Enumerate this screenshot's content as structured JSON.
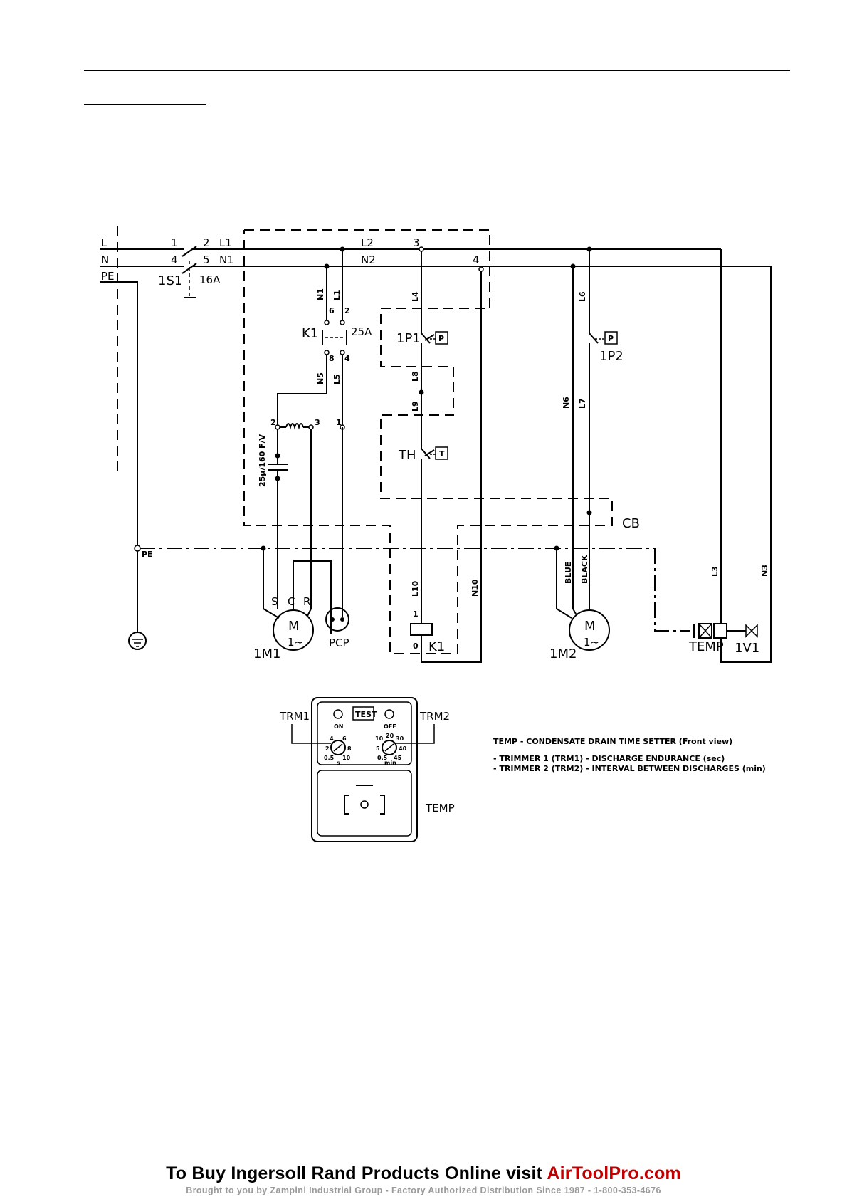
{
  "labels": {
    "L": "L",
    "N": "N",
    "PE": "PE",
    "n1": "1",
    "n2": "2",
    "n4": "4",
    "n5": "5",
    "S1": "1S1",
    "A16": "16A",
    "L1": "L1",
    "N1": "N1",
    "L2": "L2",
    "N2": "N2",
    "t3": "3",
    "t4": "4",
    "wN1": "N1",
    "wL1": "L1",
    "k6": "6",
    "k2": "2",
    "k8": "8",
    "k4": "4",
    "K1": "K1",
    "A25": "25A",
    "wN5": "N5",
    "wL5": "L5",
    "c2": "2",
    "c3": "3",
    "c1": "1",
    "fv": "F/V",
    "cap": "25µ/160",
    "wL4": "L4",
    "P1": "1P1",
    "P": "P",
    "wL8": "L8",
    "wL9": "L9",
    "TH": "TH",
    "T": "T",
    "wL6": "L6",
    "P2": "1P2",
    "P2box": "P",
    "wN6": "N6",
    "wL7": "L7",
    "CB": "CB",
    "PEnode": "PE",
    "wL10": "L10",
    "wN10": "N10",
    "coil1": "1",
    "coil0": "0",
    "K1coil": "K1",
    "BLUE": "BLUE",
    "BLACK": "BLACK",
    "wL3": "L3",
    "wN3": "N3",
    "S": "S",
    "C": "C",
    "R": "R",
    "M": "M",
    "M2": "M",
    "phase": "1~",
    "phase2": "1~",
    "M1": "1M1",
    "PCP": "PCP",
    "M2lbl": "1M2",
    "TEMP": "TEMP",
    "V1": "1V1"
  },
  "timer": {
    "trm1": "TRM1",
    "trm2": "TRM2",
    "test": "TEST",
    "on": "ON",
    "off": "OFF",
    "d1_4": "4",
    "d1_6": "6",
    "d1_2": "2",
    "d1_8": "8",
    "d1_05": "0.5",
    "d1_10": "10",
    "d1_unit": "s",
    "d2_10": "10",
    "d2_20": "20",
    "d2_30": "30",
    "d2_5": "5",
    "d2_40": "40",
    "d2_05": "0.5",
    "d2_45": "45",
    "d2_unit": "min",
    "temp": "TEMP"
  },
  "notes": {
    "line1": "TEMP - CONDENSATE DRAIN TIME SETTER (Front view)",
    "line2": "- TRIMMER 1 (TRM1) - DISCHARGE ENDURANCE (sec)",
    "line3": "- TRIMMER 2 (TRM2) - INTERVAL BETWEEN DISCHARGES  (min)"
  },
  "footer": {
    "main_prefix": "To Buy Ingersoll Rand Products Online visit ",
    "main_link": "AirToolPro.com",
    "sub": "Brought to you by Zampini Industrial Group  -  Factory Authorized Distribution Since 1987  -  1-800-353-4676"
  },
  "colors": {
    "link": "#c00000",
    "sub": "#9a9a9a",
    "ink": "#000000"
  }
}
